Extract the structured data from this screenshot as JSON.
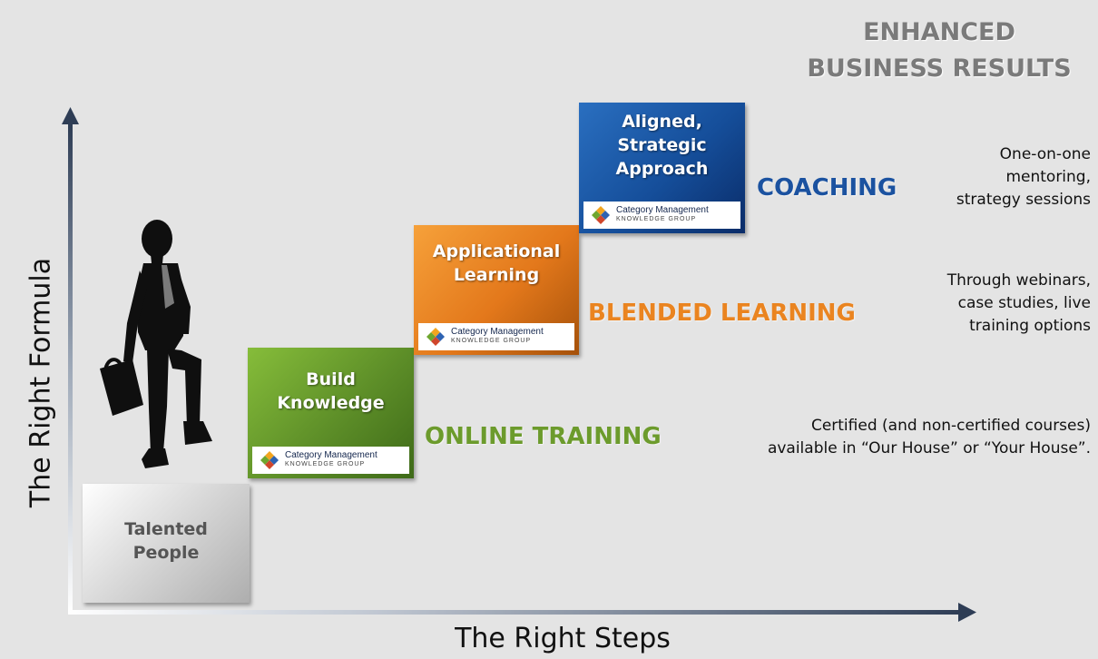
{
  "header": {
    "line1": "ENHANCED",
    "line2": "BUSINESS RESULTS"
  },
  "axes": {
    "y_title": "The Right Formula",
    "x_title": "The Right Steps"
  },
  "steps": [
    {
      "line1": "Talented",
      "line2": "People"
    },
    {
      "line1": "Build",
      "line2": "Knowledge",
      "method": "ONLINE TRAINING",
      "description": [
        "Certified (and non-certified  courses)",
        "available in “Our House” or “Your House”."
      ]
    },
    {
      "line1": "Applicational",
      "line2": "Learning",
      "method": "BLENDED LEARNING",
      "description": [
        "Through webinars,",
        "case studies, live",
        "training options"
      ]
    },
    {
      "line1": "Aligned,",
      "line2": "Strategic",
      "line3": "Approach",
      "method": "COACHING",
      "description": [
        "One-on-one",
        "mentoring,",
        "strategy sessions"
      ]
    }
  ],
  "logo": {
    "line1": "Category Management",
    "line2": "KNOWLEDGE GROUP"
  },
  "colors": {
    "green": "#6c9b2c",
    "orange": "#ea8420",
    "blue": "#1b52a0",
    "gray_text": "#7a7a7a"
  },
  "icons": [
    "person-silhouette-icon",
    "briefcase-icon",
    "logo-diamond-icon",
    "arrow-up-icon",
    "arrow-right-icon"
  ]
}
